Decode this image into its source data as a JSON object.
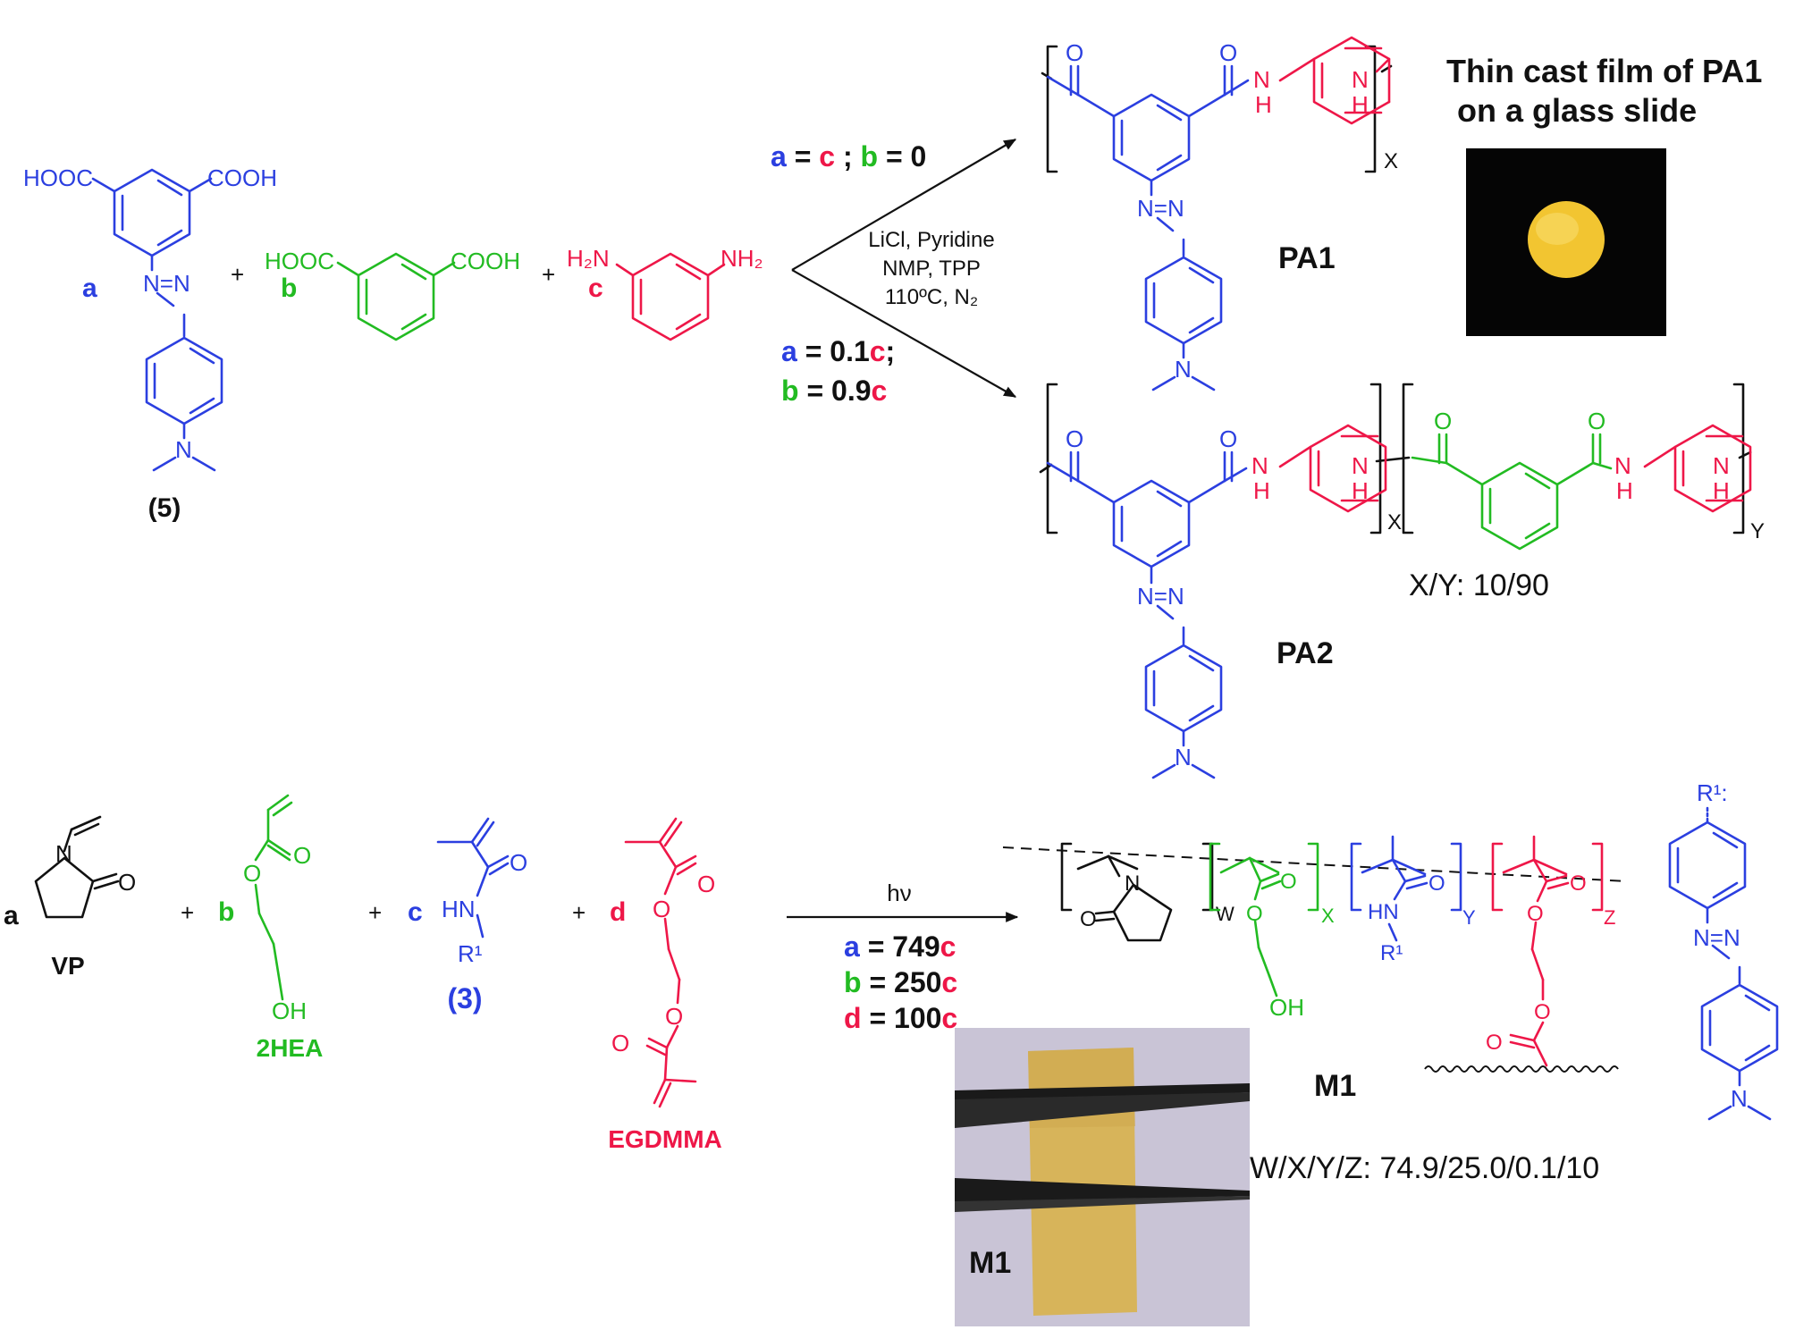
{
  "colors": {
    "blue": "#2b3fe0",
    "green": "#22bb22",
    "red": "#ee1748",
    "black": "#111111",
    "film_yellow": "#f2c531",
    "membrane_amber": "#d7b45a",
    "photo_bg": "#c9c4d6"
  },
  "top": {
    "monomer_a": {
      "letter": "a",
      "left_group": "HOOC",
      "right_group": "COOH",
      "azo": "N=N",
      "amine": "N",
      "compound_label": "(5)"
    },
    "monomer_b": {
      "letter": "b",
      "left_group": "HOOC",
      "right_group": "COOH"
    },
    "monomer_c": {
      "letter": "c",
      "left_group": "H₂N",
      "right_group": "NH₂"
    },
    "plus": "+",
    "conditions": [
      "LiCl, Pyridine",
      "NMP, TPP",
      "110ºC, N₂"
    ],
    "ratio_pa1": {
      "a": "a",
      "eq": " = ",
      "c": "c",
      "sep": " ; ",
      "b": "b",
      "tail": " = 0"
    },
    "ratio_pa2_line1": {
      "a": "a",
      "eq": " = 0.1",
      "c": "c",
      "tail": ";"
    },
    "ratio_pa2_line2": {
      "b": "b",
      "eq": " = 0.9",
      "c": "c"
    },
    "pa1": {
      "label": "PA1",
      "subscript": "X",
      "nh1": "N",
      "h1": "H",
      "nh2": "N",
      "h2": "H",
      "azo": "N=N",
      "amine": "N"
    },
    "pa2": {
      "label": "PA2",
      "subscript_x": "X",
      "subscript_y": "Y",
      "ratio": "X/Y: 10/90",
      "nh": "N",
      "h": "H",
      "azo": "N=N",
      "amine": "N"
    },
    "film_caption": [
      "Thin cast film of PA1",
      "on a glass slide"
    ]
  },
  "bottom": {
    "vp": {
      "letter": "a",
      "name": "VP",
      "n": "N",
      "o": "O"
    },
    "hea": {
      "letter": "b",
      "name": "2HEA",
      "o": "O",
      "oh": "OH"
    },
    "monomer3": {
      "letter": "c",
      "name": "(3)",
      "hn": "HN",
      "r": "R¹",
      "o": "O"
    },
    "egdmma": {
      "letter": "d",
      "name": "EGDMMA",
      "o": "O"
    },
    "light": "hν",
    "ratio_a": {
      "letter": "a",
      "value": " = 749",
      "c": "c"
    },
    "ratio_b": {
      "letter": "b",
      "value": " = 250",
      "c": "c"
    },
    "ratio_d": {
      "letter": "d",
      "value": " = 100",
      "c": "c"
    },
    "m1": {
      "label": "M1",
      "w": "W",
      "x": "X",
      "y": "Y",
      "z": "Z",
      "n": "N",
      "o": "O",
      "oh": "OH",
      "hn": "HN",
      "r": "R¹",
      "ratio": "W/X/Y/Z: 74.9/25.0/0.1/10"
    },
    "r1_group": {
      "label": "R¹:",
      "azo": "N=N",
      "amine": "N"
    },
    "photo_label": "M1"
  }
}
